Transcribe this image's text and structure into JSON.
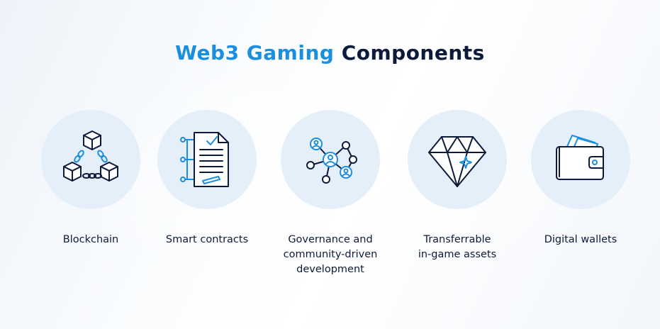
{
  "title": {
    "accent": "Web3 Gaming",
    "main": "Components"
  },
  "colors": {
    "accent": "#1a8fe0",
    "dark": "#0d1b3a",
    "circle": "#e4eff9"
  },
  "components": [
    {
      "icon": "blockchain-icon",
      "lines": [
        "Blockchain"
      ]
    },
    {
      "icon": "contract-document-icon",
      "lines": [
        "Smart contracts"
      ]
    },
    {
      "icon": "community-network-icon",
      "lines": [
        "Governance and",
        "community-driven",
        "development"
      ]
    },
    {
      "icon": "diamond-icon",
      "lines": [
        "Transferrable",
        "in-game assets"
      ]
    },
    {
      "icon": "wallet-icon",
      "lines": [
        "Digital wallets"
      ]
    }
  ]
}
